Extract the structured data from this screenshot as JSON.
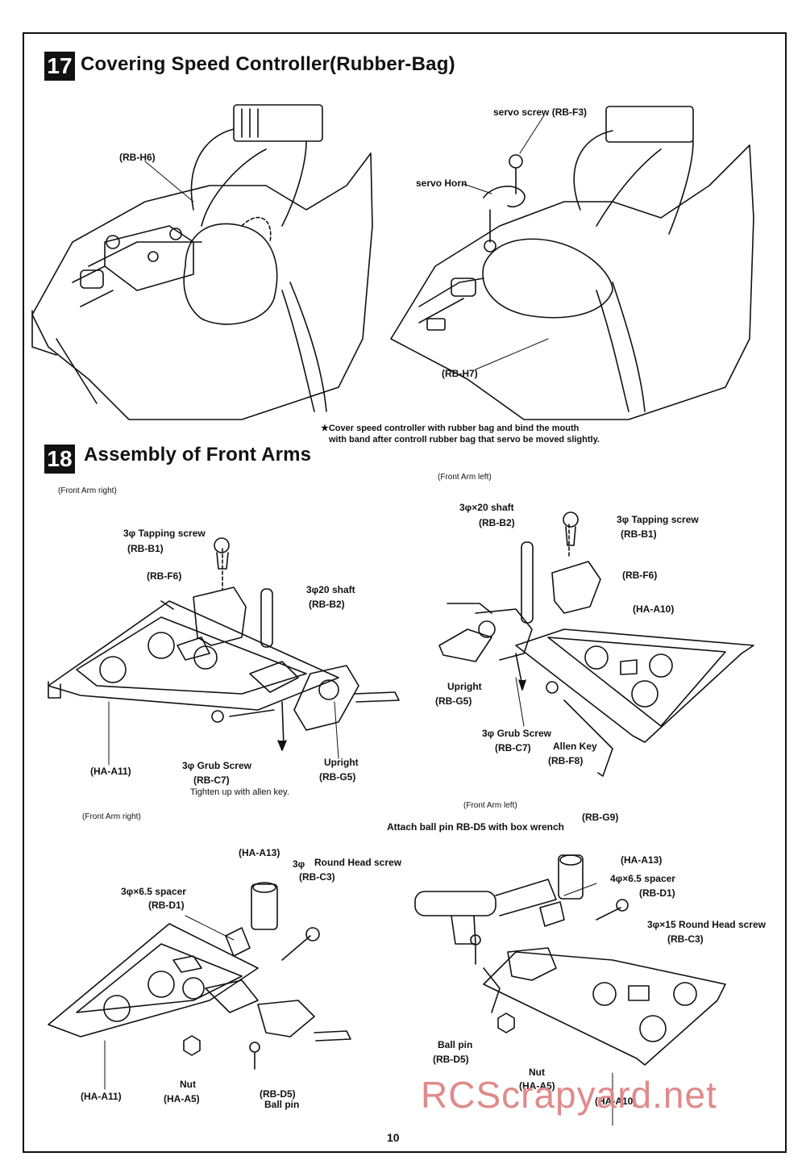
{
  "step17": {
    "number": "17",
    "title": "Covering Speed Controller(Rubber-Bag)",
    "labels": {
      "rb_h6": "(RB-H6)",
      "servo_screw": "servo screw (RB-F3)",
      "servo_horn": "servo Horn",
      "rb_h7": "(RB-H7)"
    },
    "note_line1": "★Cover speed controller with rubber bag and bind the mouth",
    "note_line2": "with band after controll rubber bag that servo be moved slightly."
  },
  "step18": {
    "number": "18",
    "title": "Assembly of Front Arms",
    "panel_a": {
      "caption": "(Front Arm right)",
      "tapping_screw": "3φ Tapping screw",
      "tapping_code": "(RB-B1)",
      "rb_f6": "(RB-F6)",
      "shaft": "3φ20 shaft",
      "shaft_code": "(RB-B2)",
      "ha_a11": "(HA-A11)",
      "grub": "3φ Grub Screw",
      "grub_code": "(RB-C7)",
      "grub_note": "Tighten up with allen key.",
      "upright": "Upright",
      "upright_code": "(RB-G5)"
    },
    "panel_b": {
      "caption": "(Front Arm left)",
      "shaft": "3φ×20 shaft",
      "shaft_code": "(RB-B2)",
      "tapping_screw": "3φ Tapping screw",
      "tapping_code": "(RB-B1)",
      "rb_f6": "(RB-F6)",
      "ha_a10": "(HA-A10)",
      "upright": "Upright",
      "upright_code": "(RB-G5)",
      "grub": "3φ Grub Screw",
      "grub_code": "(RB-C7)",
      "allen": "Allen Key",
      "allen_code": "(RB-F8)"
    },
    "panel_c": {
      "caption": "(Front Arm right)",
      "ha_a13": "(HA-A13)",
      "round_head": "Round Head screw",
      "round_prefix": "3φ",
      "round_code": "(RB-C3)",
      "spacer": "3φ×6.5 spacer",
      "spacer_code": "(RB-D1)",
      "ha_a11": "(HA-A11)",
      "nut": "Nut",
      "nut_code": "(HA-A5)",
      "rb_d5": "(RB-D5)",
      "ball_pin": "Ball pin"
    },
    "panel_d": {
      "caption": "(Front Arm left)",
      "instruction": "Attach ball pin RB-D5 with box wrench",
      "rb_g9": "(RB-G9)",
      "ha_a13": "(HA-A13)",
      "spacer": "4φ×6.5 spacer",
      "spacer_code": "(RB-D1)",
      "round_head": "3φ×15 Round Head screw",
      "round_code": "(RB-C3)",
      "ball_pin": "Ball pin",
      "ball_code": "(RB-D5)",
      "nut": "Nut",
      "nut_code": "(HA-A5)",
      "ha_a10": "(HA-A10)"
    }
  },
  "page_number": "10",
  "watermark": "RCScrapyard.net",
  "colors": {
    "ink": "#111111",
    "watermark": "#e08a8a"
  }
}
